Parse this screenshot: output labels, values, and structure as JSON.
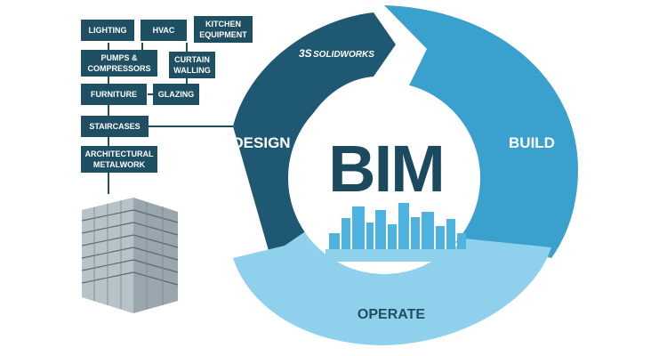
{
  "center": {
    "title": "BIM"
  },
  "cycle": {
    "design": "DESIGN",
    "build": "BUILD",
    "operate": "OPERATE"
  },
  "logo": {
    "text": "SOLIDWORKS",
    "icon": "ds-logo-icon"
  },
  "components": {
    "lighting": "LIGHTING",
    "hvac": "HVAC",
    "kitchen": [
      "KITCHEN",
      "EQUIPMENT"
    ],
    "pumps": [
      "PUMPS &",
      "COMPRESSORS"
    ],
    "curtain": [
      "CURTAIN",
      "WALLING"
    ],
    "furniture": "FURNITURE",
    "glazing": "GLAZING",
    "staircases": "STAIRCASES",
    "metalwork": [
      "ARCHITECTURAL",
      "METALWORK"
    ]
  },
  "colors": {
    "design": "#1f5873",
    "build": "#3aa0cd",
    "operate": "#8fd1ec",
    "box": "#1f4f63",
    "bim": "#1b4a5e",
    "skyline": "#4fb3e0"
  }
}
